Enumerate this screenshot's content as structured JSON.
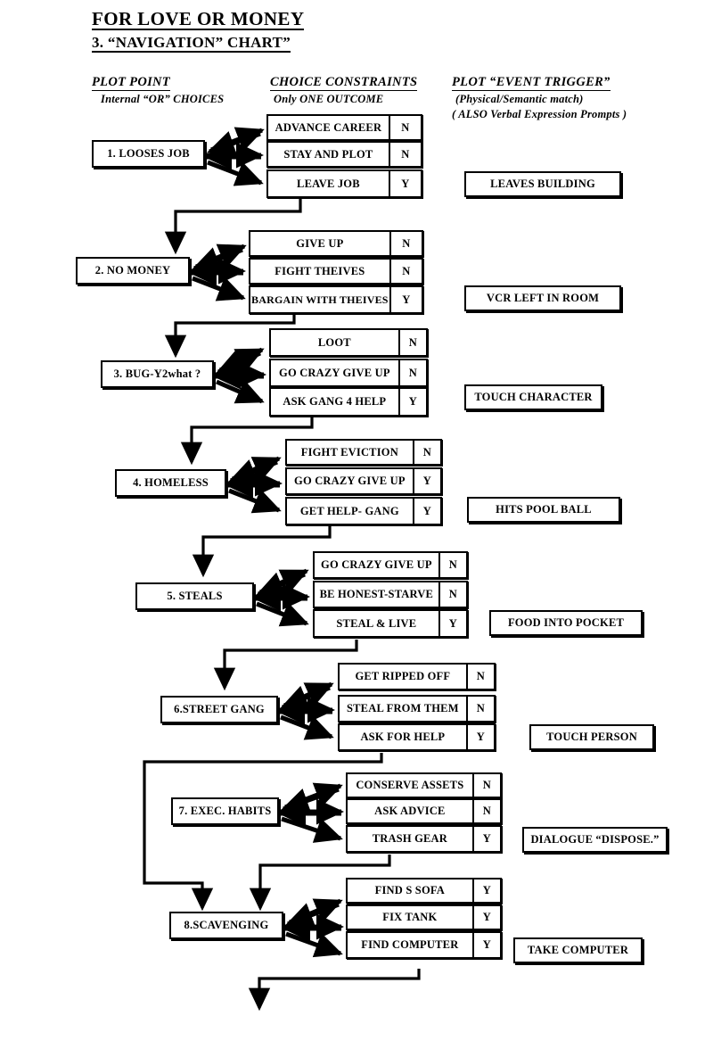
{
  "title": {
    "main": "FOR LOVE OR MONEY",
    "sub": "3. “NAVIGATION” CHART”"
  },
  "columns": {
    "plot_point": {
      "line1": "PLOT POINT",
      "line2": "Internal “OR” CHOICES"
    },
    "choice_constraints": {
      "line1": "CHOICE CONSTRAINTS",
      "line2": "Only ONE OUTCOME"
    },
    "event_trigger": {
      "line1": "PLOT “EVENT TRIGGER”",
      "line2": "(Physical/Semantic match)",
      "line3": "( ALSO  Verbal Expression Prompts )"
    }
  },
  "flow_rows": [
    {
      "plot_point": "1. LOOSES JOB",
      "choices": [
        {
          "label": "ADVANCE CAREER",
          "flag": "N"
        },
        {
          "label": "STAY AND PLOT",
          "flag": "N"
        },
        {
          "label": "LEAVE JOB",
          "flag": "Y"
        }
      ],
      "trigger": "LEAVES BUILDING"
    },
    {
      "plot_point": "2. NO MONEY",
      "choices": [
        {
          "label": "GIVE UP",
          "flag": "N"
        },
        {
          "label": "FIGHT THEIVES",
          "flag": "N"
        },
        {
          "label": "BARGAIN WITH THEIVES",
          "flag": "Y"
        }
      ],
      "trigger": "VCR LEFT  IN ROOM"
    },
    {
      "plot_point": "3. BUG-Y2what ?",
      "choices": [
        {
          "label": "LOOT",
          "flag": "N"
        },
        {
          "label": "GO CRAZY GIVE UP",
          "flag": "N"
        },
        {
          "label": "ASK GANG 4 HELP",
          "flag": "Y"
        }
      ],
      "trigger": "TOUCH CHARACTER"
    },
    {
      "plot_point": "4. HOMELESS",
      "choices": [
        {
          "label": "FIGHT EVICTION",
          "flag": "N"
        },
        {
          "label": "GO CRAZY GIVE UP",
          "flag": "Y"
        },
        {
          "label": "GET HELP- GANG",
          "flag": "Y"
        }
      ],
      "trigger": "HITS POOL BALL"
    },
    {
      "plot_point": "5. STEALS",
      "choices": [
        {
          "label": "GO CRAZY GIVE UP",
          "flag": "N"
        },
        {
          "label": "BE HONEST-STARVE",
          "flag": "N"
        },
        {
          "label": "STEAL & LIVE",
          "flag": "Y"
        }
      ],
      "trigger": "FOOD INTO POCKET"
    },
    {
      "plot_point": "6.STREET GANG",
      "choices": [
        {
          "label": "GET RIPPED OFF",
          "flag": "N"
        },
        {
          "label": "STEAL FROM THEM",
          "flag": "N"
        },
        {
          "label": "ASK FOR HELP",
          "flag": "Y"
        }
      ],
      "trigger": "TOUCH PERSON"
    },
    {
      "plot_point": "7. EXEC. HABITS",
      "choices": [
        {
          "label": "CONSERVE ASSETS",
          "flag": "N"
        },
        {
          "label": "ASK ADVICE",
          "flag": "N"
        },
        {
          "label": "TRASH GEAR",
          "flag": "Y"
        }
      ],
      "trigger": "DIALOGUE “DISPOSE.”"
    },
    {
      "plot_point": "8.SCAVENGING",
      "choices": [
        {
          "label": "FIND S SOFA",
          "flag": "Y"
        },
        {
          "label": "FIX TANK",
          "flag": "Y"
        },
        {
          "label": "FIND COMPUTER",
          "flag": "Y"
        }
      ],
      "trigger": "TAKE COMPUTER"
    }
  ],
  "colors": {
    "ink": "#000000",
    "paper": "#ffffff"
  },
  "chart_data": {
    "type": "diagram",
    "title": "FOR LOVE OR MONEY 3. “NAVIGATION” CHART”",
    "columns": [
      "PLOT POINT",
      "CHOICE CONSTRAINTS",
      "PLOT “EVENT TRIGGER”"
    ],
    "nodes": 8,
    "choices_per_node": 3,
    "flow": "top-to-bottom cascade; each plot point fans out to three choices, the “Y” choice routes down into the next plot point"
  }
}
